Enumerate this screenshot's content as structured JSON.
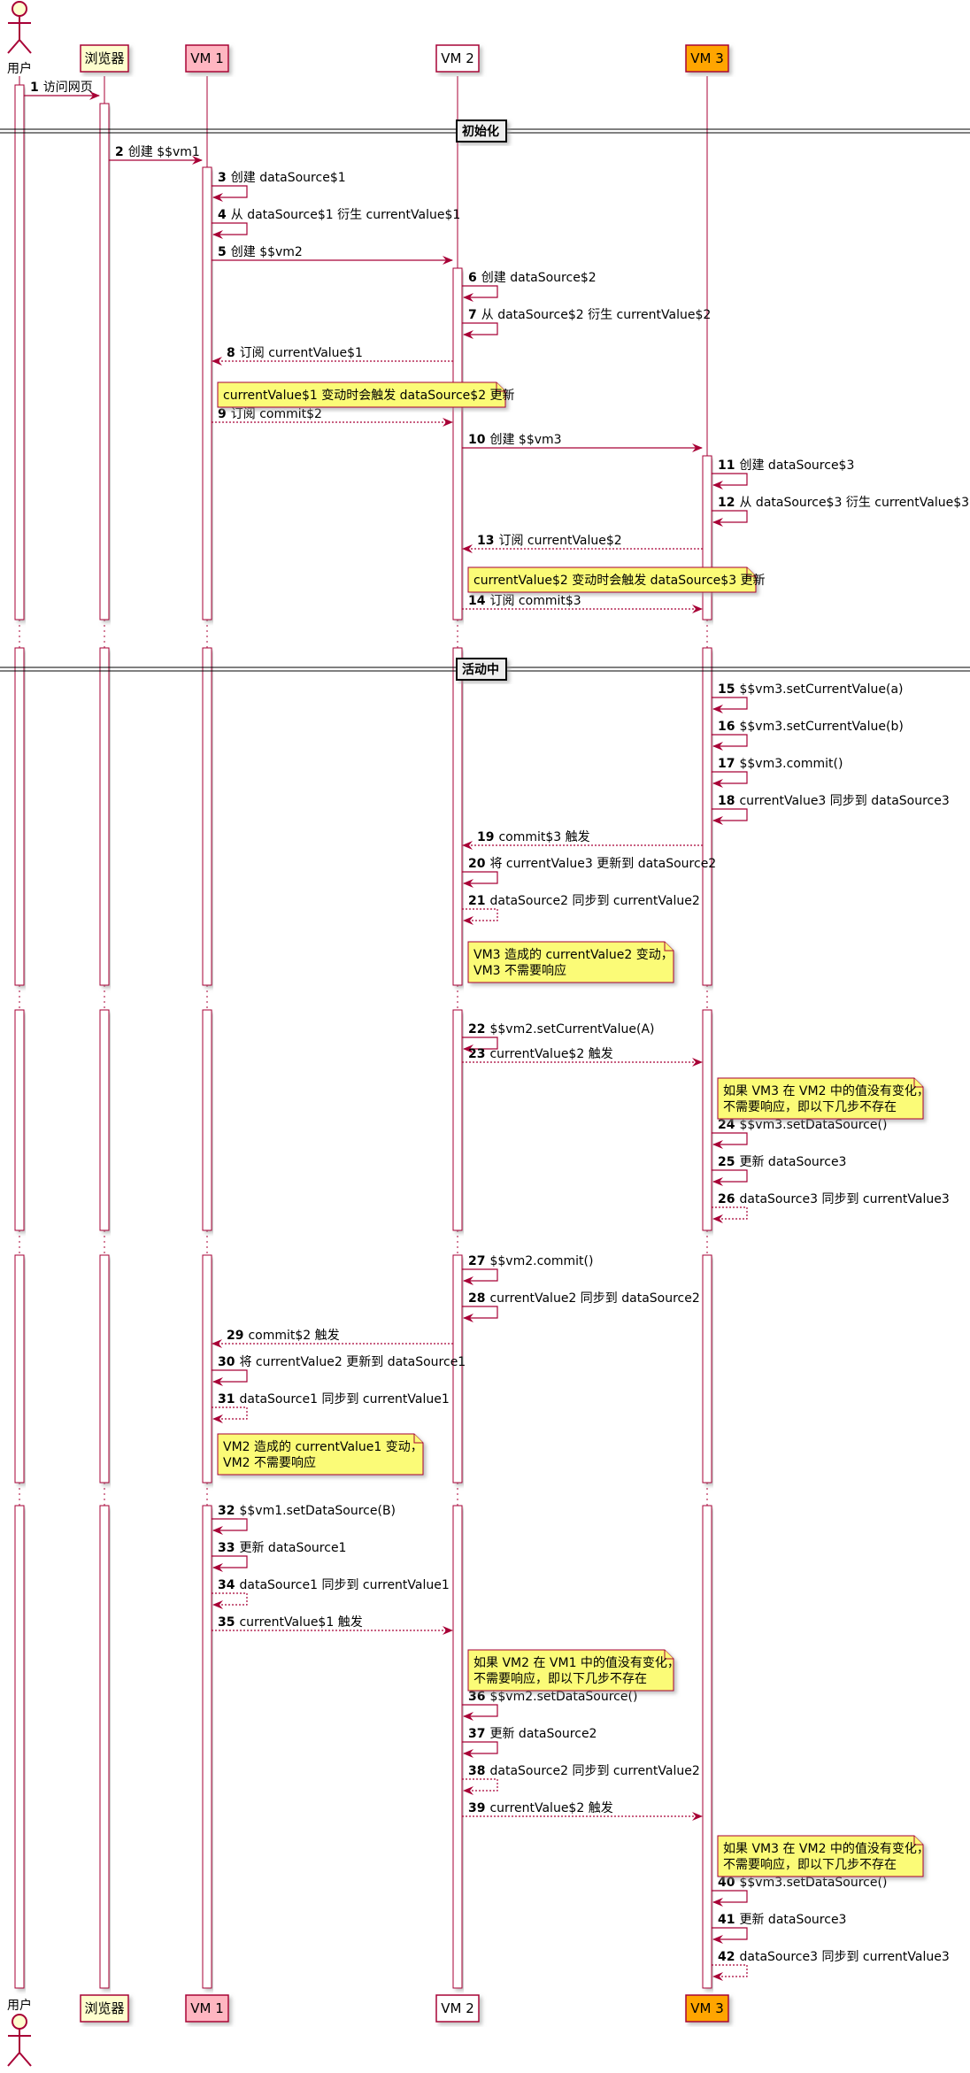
{
  "participants": [
    {
      "id": "user",
      "label": "用户",
      "kind": "actor",
      "color": "#FEFECE"
    },
    {
      "id": "browser",
      "label": "浏览器",
      "kind": "box",
      "color": "#FEFECE"
    },
    {
      "id": "vm1",
      "label": "VM 1",
      "kind": "box",
      "color": "#FFB6C1"
    },
    {
      "id": "vm2",
      "label": "VM 2",
      "kind": "box",
      "color": "#FFFFFF"
    },
    {
      "id": "vm3",
      "label": "VM 3",
      "kind": "box",
      "color": "#FFA500"
    }
  ],
  "colors": {
    "line": "#A80036",
    "note_fill": "#FBFB77",
    "note_border": "#A80036",
    "shadow": "#B0B0B0"
  },
  "dividers": {
    "init": "初始化",
    "active": "活动中"
  },
  "messages": [
    {
      "num": "1",
      "text": "访问网页",
      "from": "user",
      "to": "browser",
      "style": "solid"
    },
    {
      "num": "2",
      "text": "创建 $$vm1",
      "from": "browser",
      "to": "vm1",
      "style": "solid"
    },
    {
      "num": "3",
      "text": "创建 dataSource$1",
      "from": "vm1",
      "to": "vm1",
      "style": "solid"
    },
    {
      "num": "4",
      "text": "从 dataSource$1 衍生 currentValue$1",
      "from": "vm1",
      "to": "vm1",
      "style": "solid"
    },
    {
      "num": "5",
      "text": "创建 $$vm2",
      "from": "vm1",
      "to": "vm2",
      "style": "solid"
    },
    {
      "num": "6",
      "text": "创建 dataSource$2",
      "from": "vm2",
      "to": "vm2",
      "style": "solid"
    },
    {
      "num": "7",
      "text": "从 dataSource$2 衍生 currentValue$2",
      "from": "vm2",
      "to": "vm2",
      "style": "solid"
    },
    {
      "num": "8",
      "text": "订阅 currentValue$1",
      "from": "vm2",
      "to": "vm1",
      "style": "dotted"
    },
    {
      "num": "9",
      "text": "订阅 commit$2",
      "from": "vm1",
      "to": "vm2",
      "style": "dotted"
    },
    {
      "num": "10",
      "text": "创建 $$vm3",
      "from": "vm2",
      "to": "vm3",
      "style": "solid"
    },
    {
      "num": "11",
      "text": "创建 dataSource$3",
      "from": "vm3",
      "to": "vm3",
      "style": "solid"
    },
    {
      "num": "12",
      "text": "从 dataSource$3 衍生 currentValue$3",
      "from": "vm3",
      "to": "vm3",
      "style": "solid"
    },
    {
      "num": "13",
      "text": "订阅 currentValue$2",
      "from": "vm3",
      "to": "vm2",
      "style": "dotted"
    },
    {
      "num": "14",
      "text": "订阅 commit$3",
      "from": "vm2",
      "to": "vm3",
      "style": "dotted"
    },
    {
      "num": "15",
      "text": "$$vm3.setCurrentValue(a)",
      "from": "vm3",
      "to": "vm3",
      "style": "solid"
    },
    {
      "num": "16",
      "text": "$$vm3.setCurrentValue(b)",
      "from": "vm3",
      "to": "vm3",
      "style": "solid"
    },
    {
      "num": "17",
      "text": "$$vm3.commit()",
      "from": "vm3",
      "to": "vm3",
      "style": "solid"
    },
    {
      "num": "18",
      "text": "currentValue3 同步到 dataSource3",
      "from": "vm3",
      "to": "vm3",
      "style": "solid"
    },
    {
      "num": "19",
      "text": "commit$3 触发",
      "from": "vm3",
      "to": "vm2",
      "style": "dotted"
    },
    {
      "num": "20",
      "text": "将 currentValue3 更新到 dataSource2",
      "from": "vm2",
      "to": "vm2",
      "style": "solid"
    },
    {
      "num": "21",
      "text": "dataSource2 同步到 currentValue2",
      "from": "vm2",
      "to": "vm2",
      "style": "dotted"
    },
    {
      "num": "22",
      "text": "$$vm2.setCurrentValue(A)",
      "from": "vm2",
      "to": "vm2",
      "style": "solid"
    },
    {
      "num": "23",
      "text": "currentValue$2 触发",
      "from": "vm2",
      "to": "vm3",
      "style": "dotted"
    },
    {
      "num": "24",
      "text": "$$vm3.setDataSource()",
      "from": "vm3",
      "to": "vm3",
      "style": "solid"
    },
    {
      "num": "25",
      "text": "更新 dataSource3",
      "from": "vm3",
      "to": "vm3",
      "style": "solid"
    },
    {
      "num": "26",
      "text": "dataSource3 同步到 currentValue3",
      "from": "vm3",
      "to": "vm3",
      "style": "dotted"
    },
    {
      "num": "27",
      "text": "$$vm2.commit()",
      "from": "vm2",
      "to": "vm2",
      "style": "solid"
    },
    {
      "num": "28",
      "text": "currentValue2 同步到 dataSource2",
      "from": "vm2",
      "to": "vm2",
      "style": "solid"
    },
    {
      "num": "29",
      "text": "commit$2 触发",
      "from": "vm2",
      "to": "vm1",
      "style": "dotted"
    },
    {
      "num": "30",
      "text": "将 currentValue2 更新到 dataSource1",
      "from": "vm1",
      "to": "vm1",
      "style": "solid"
    },
    {
      "num": "31",
      "text": "dataSource1 同步到 currentValue1",
      "from": "vm1",
      "to": "vm1",
      "style": "dotted"
    },
    {
      "num": "32",
      "text": "$$vm1.setDataSource(B)",
      "from": "vm1",
      "to": "vm1",
      "style": "solid"
    },
    {
      "num": "33",
      "text": "更新 dataSource1",
      "from": "vm1",
      "to": "vm1",
      "style": "solid"
    },
    {
      "num": "34",
      "text": "dataSource1 同步到 currentValue1",
      "from": "vm1",
      "to": "vm1",
      "style": "dotted"
    },
    {
      "num": "35",
      "text": "currentValue$1 触发",
      "from": "vm1",
      "to": "vm2",
      "style": "dotted"
    },
    {
      "num": "36",
      "text": "$$vm2.setDataSource()",
      "from": "vm2",
      "to": "vm2",
      "style": "solid"
    },
    {
      "num": "37",
      "text": "更新 dataSource2",
      "from": "vm2",
      "to": "vm2",
      "style": "solid"
    },
    {
      "num": "38",
      "text": "dataSource2 同步到 currentValue2",
      "from": "vm2",
      "to": "vm2",
      "style": "dotted"
    },
    {
      "num": "39",
      "text": "currentValue$2 触发",
      "from": "vm2",
      "to": "vm3",
      "style": "dotted"
    },
    {
      "num": "40",
      "text": "$$vm3.setDataSource()",
      "from": "vm3",
      "to": "vm3",
      "style": "solid"
    },
    {
      "num": "41",
      "text": "更新 dataSource3",
      "from": "vm3",
      "to": "vm3",
      "style": "solid"
    },
    {
      "num": "42",
      "text": "dataSource3 同步到 currentValue3",
      "from": "vm3",
      "to": "vm3",
      "style": "dotted"
    }
  ],
  "notes": [
    {
      "anchor": "vm1",
      "lines": [
        "currentValue$1 变动时会触发 dataSource$2 更新"
      ]
    },
    {
      "anchor": "vm2",
      "lines": [
        "currentValue$2 变动时会触发 dataSource$3 更新"
      ]
    },
    {
      "anchor": "vm2",
      "lines": [
        "VM3 造成的 currentValue2 变动，",
        "VM3 不需要响应"
      ]
    },
    {
      "anchor": "vm3",
      "lines": [
        "如果 VM3 在 VM2 中的值没有变化，",
        "不需要响应，即以下几步不存在"
      ]
    },
    {
      "anchor": "vm1",
      "lines": [
        "VM2 造成的 currentValue1 变动，",
        "VM2 不需要响应"
      ]
    },
    {
      "anchor": "vm2",
      "lines": [
        "如果 VM2 在 VM1 中的值没有变化，",
        "不需要响应，即以下几步不存在"
      ]
    },
    {
      "anchor": "vm3",
      "lines": [
        "如果 VM3 在 VM2 中的值没有变化，",
        "不需要响应，即以下几步不存在"
      ]
    }
  ]
}
